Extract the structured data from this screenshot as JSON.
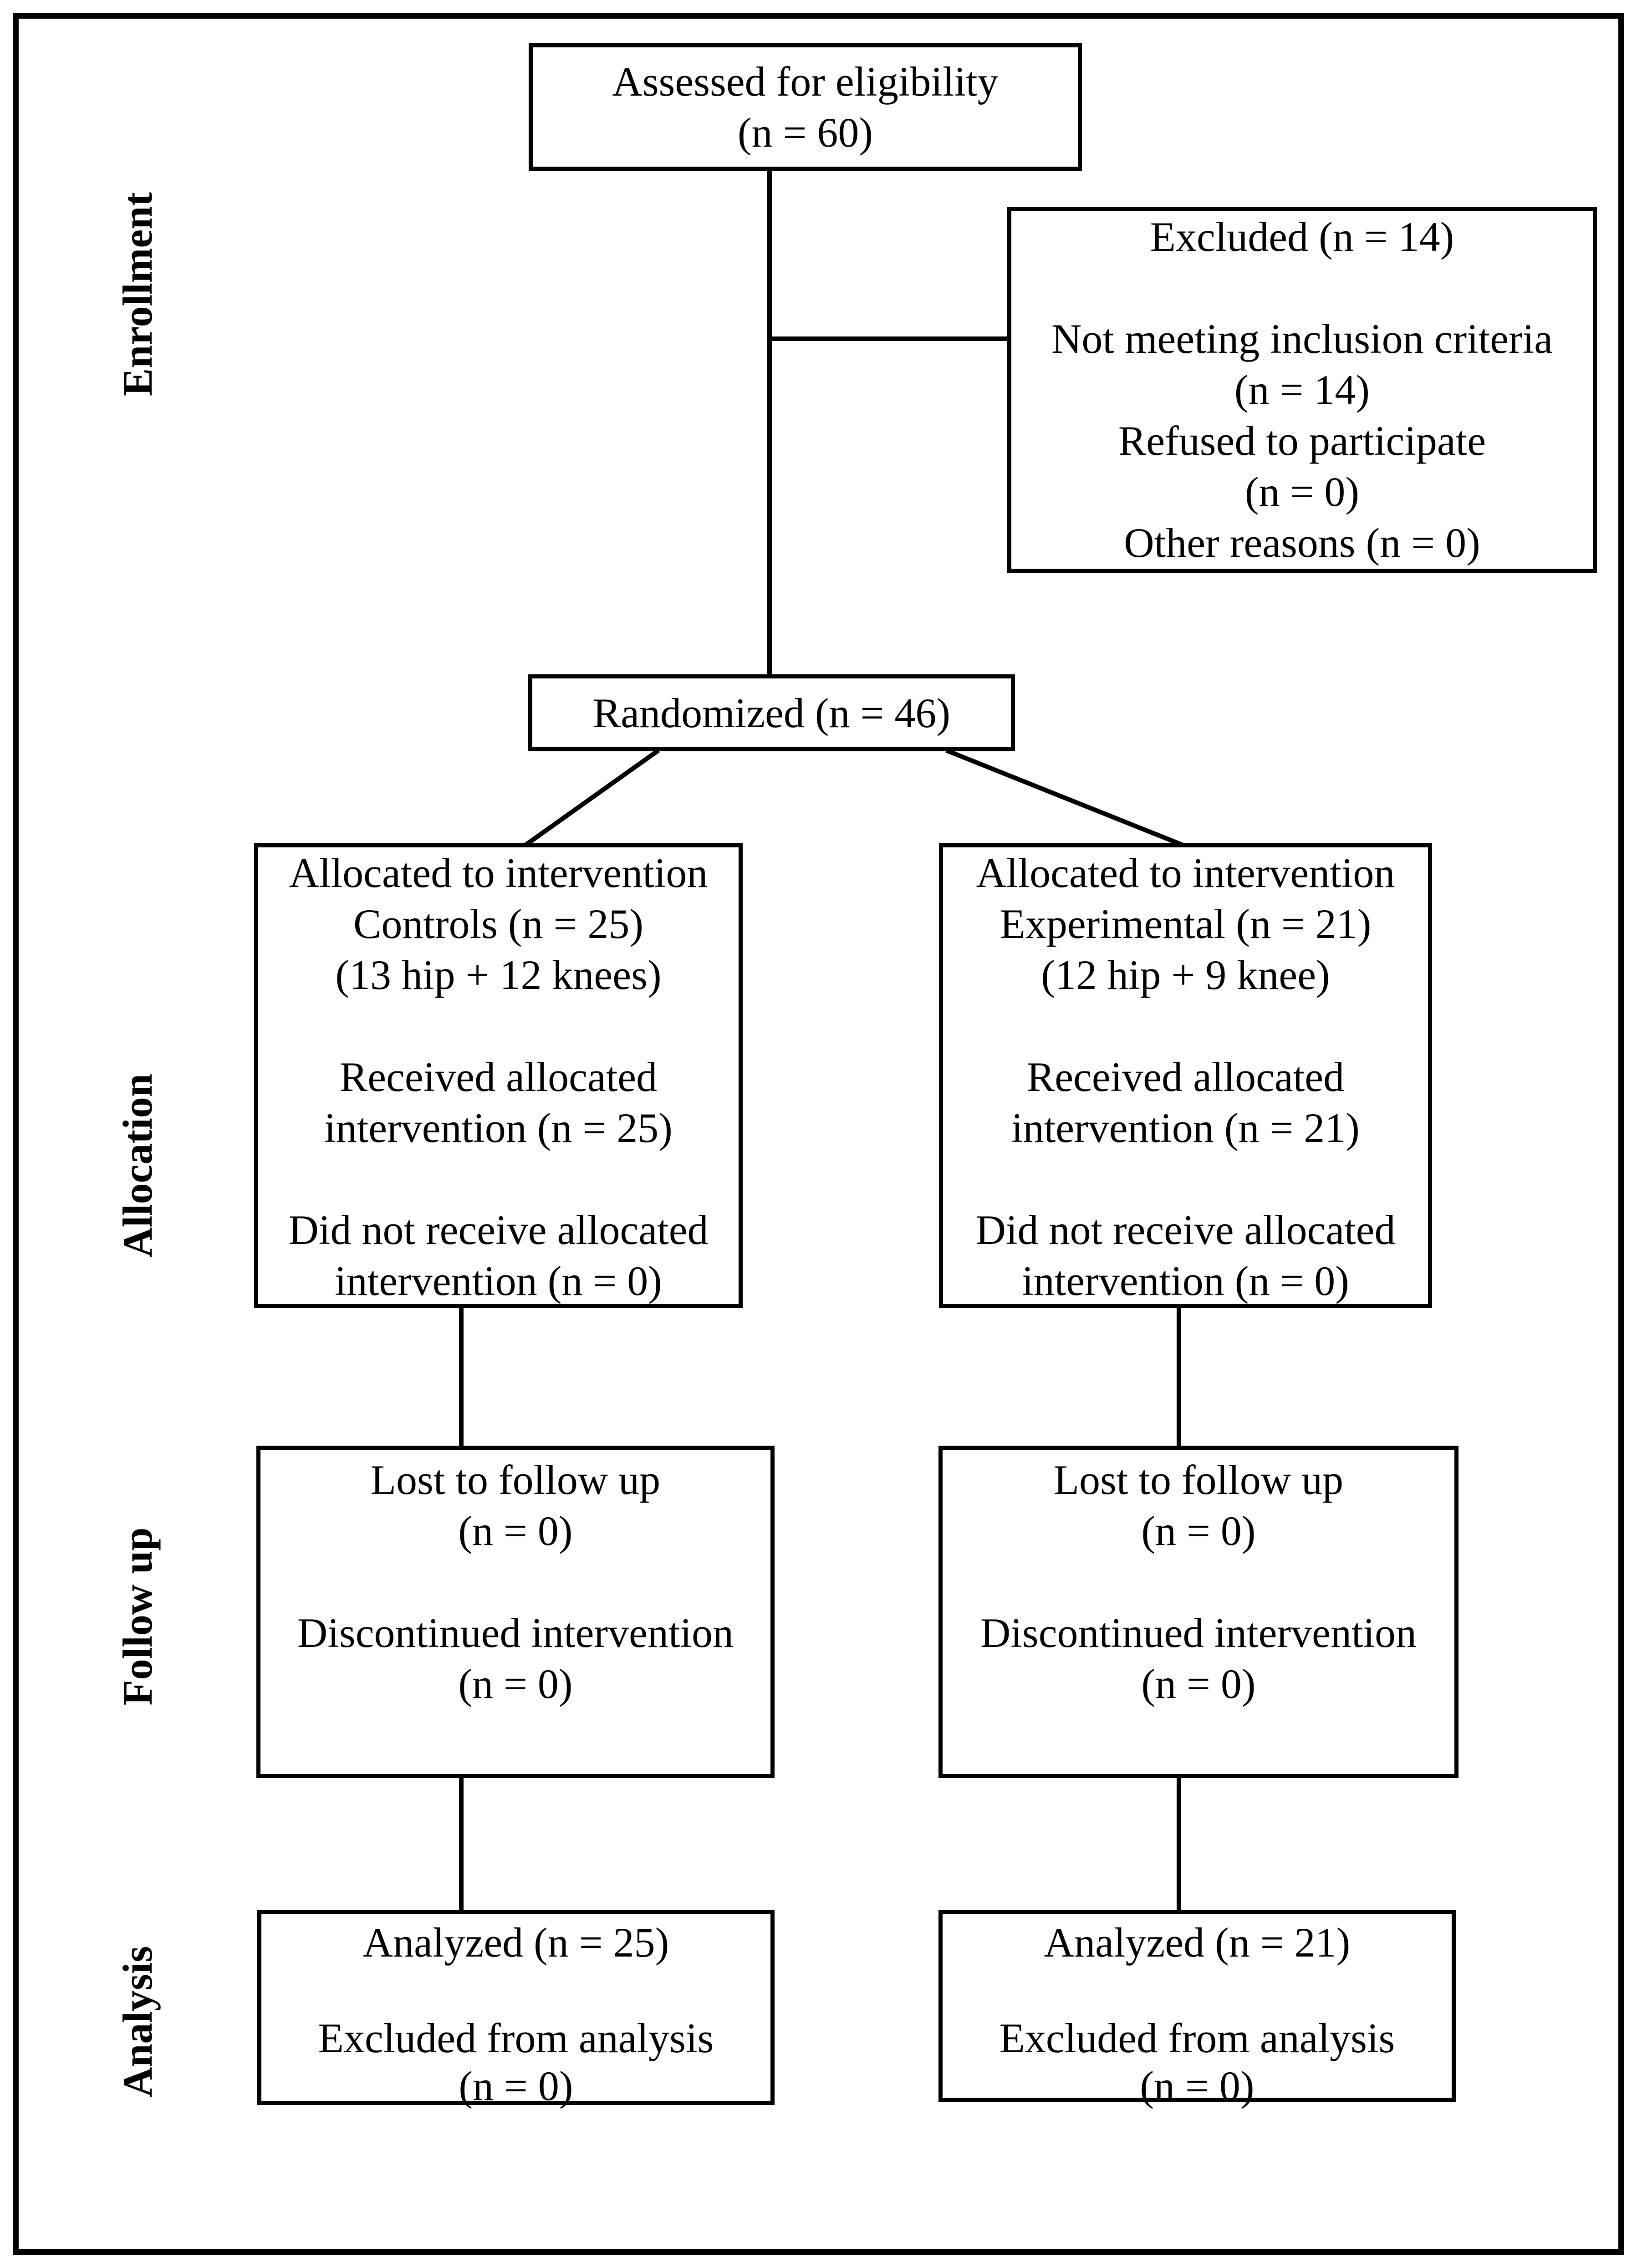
{
  "figure": {
    "type": "CONSORT participant flow diagram",
    "background_color": "#ffffff",
    "line_color": "#000000"
  },
  "stage_labels": [
    {
      "id": "enrollment",
      "text": "Enrollment"
    },
    {
      "id": "allocation",
      "text": "Allocation"
    },
    {
      "id": "followup",
      "text": "Follow up"
    },
    {
      "id": "analysis",
      "text": "Analysis"
    }
  ],
  "boxes": {
    "assessed": {
      "lines": [
        "Assessed for eligibility",
        "(n = 60)"
      ]
    },
    "excluded": {
      "lines": [
        "Excluded (n = 14)",
        "",
        "Not meeting inclusion criteria",
        "(n = 14)",
        "Refused to participate",
        "(n = 0)",
        "Other reasons (n = 0)"
      ]
    },
    "randomized": {
      "lines": [
        "Randomized (n = 46)"
      ]
    },
    "alloc_controls": {
      "lines": [
        "Allocated to intervention",
        "Controls (n = 25)",
        "(13 hip + 12 knees)",
        "",
        "Received allocated",
        "intervention (n = 25)",
        "",
        "Did not receive allocated",
        "intervention (n = 0)"
      ]
    },
    "alloc_experimental": {
      "lines": [
        "Allocated to intervention",
        "Experimental (n = 21)",
        "(12 hip + 9 knee)",
        "",
        "Received allocated",
        "intervention (n = 21)",
        "",
        "Did not receive allocated",
        "intervention (n = 0)"
      ]
    },
    "followup_controls": {
      "lines": [
        "Lost to follow up",
        "(n = 0)",
        "",
        "Discontinued intervention",
        "(n = 0)"
      ]
    },
    "followup_experimental": {
      "lines": [
        "Lost to follow up",
        "(n = 0)",
        "",
        "Discontinued intervention",
        "(n = 0)"
      ]
    },
    "analysis_controls": {
      "lines": [
        "Analyzed (n = 25)",
        "",
        "Excluded from analysis",
        "(n = 0)"
      ]
    },
    "analysis_experimental": {
      "lines": [
        "Analyzed (n = 21)",
        "",
        "Excluded from analysis",
        "(n = 0)"
      ]
    }
  }
}
